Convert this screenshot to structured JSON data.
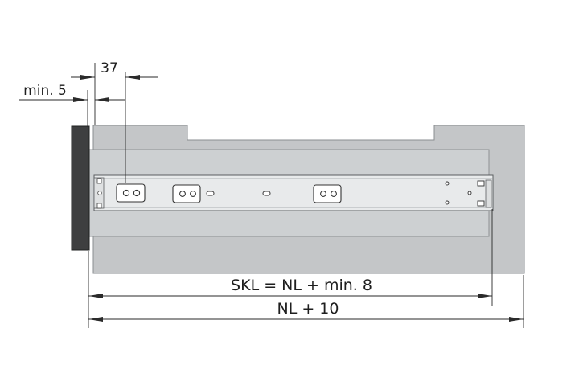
{
  "dimensions": {
    "offset_label": "37",
    "min_label": "min. 5",
    "skl_label": "SKL = NL + min. 8",
    "nl_label": "NL + 10"
  },
  "colors": {
    "cabinet_fill": "#c4c6c8",
    "drawer_fill": "#cdd0d2",
    "front_panel": "#3e3f40",
    "rail_fill": "#e8eaeb",
    "line": "#2a2a2a"
  }
}
